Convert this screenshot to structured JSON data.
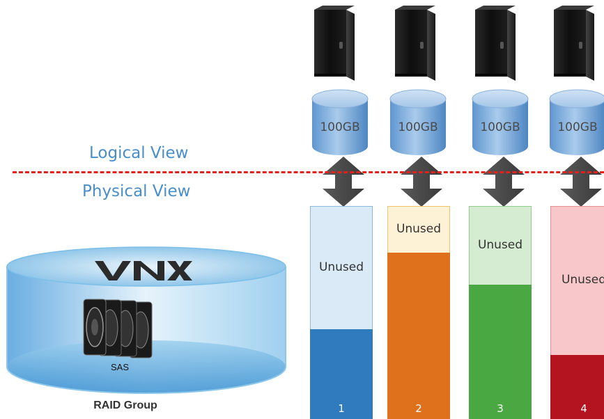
{
  "views": {
    "logical_label": "Logical View",
    "physical_label": "Physical View"
  },
  "colors": {
    "divider": "#e1231d",
    "view_text": "#4a8ec9"
  },
  "servers": [
    {
      "icon": "server-tower-icon"
    },
    {
      "icon": "server-tower-icon"
    },
    {
      "icon": "server-tower-icon"
    },
    {
      "icon": "server-tower-icon"
    }
  ],
  "luns": [
    {
      "label": "100GB"
    },
    {
      "label": "100GB"
    },
    {
      "label": "100GB"
    },
    {
      "label": "100GB"
    }
  ],
  "volumes": [
    {
      "number": "1",
      "unused_label": "Unused",
      "unused_fraction": 0.58,
      "used_color": "#2f7bbd",
      "unused_color": "#dbeaf7",
      "border_color": "#8bb8e0"
    },
    {
      "number": "2",
      "unused_label": "Unused",
      "unused_fraction": 0.22,
      "used_color": "#e0711c",
      "unused_color": "#fdf1d6",
      "border_color": "#f2c46d"
    },
    {
      "number": "3",
      "unused_label": "Unused",
      "unused_fraction": 0.37,
      "used_color": "#4aa843",
      "unused_color": "#d5ecd3",
      "border_color": "#8fcf89"
    },
    {
      "number": "4",
      "unused_label": "Unused",
      "unused_fraction": 0.7,
      "used_color": "#b3141f",
      "unused_color": "#f7c7c9",
      "border_color": "#e88f93"
    }
  ],
  "raid": {
    "brand": "VNX",
    "disk_type": "SAS",
    "title": "RAID Group",
    "icon": "hard-disks-icon"
  }
}
